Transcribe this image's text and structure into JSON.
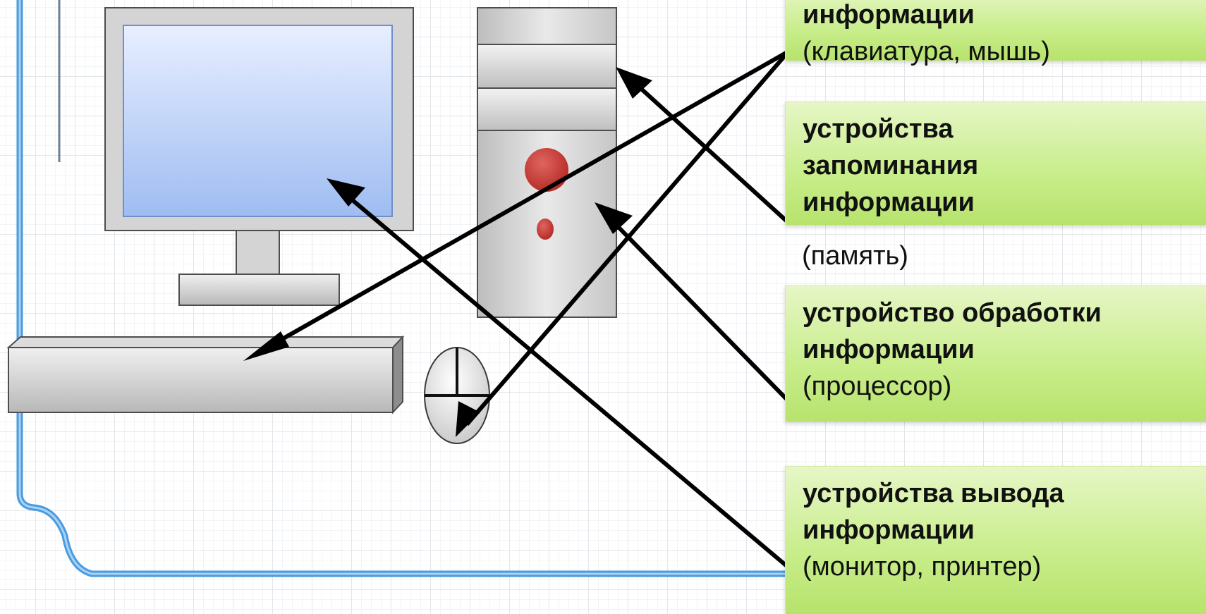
{
  "labels": {
    "input": {
      "title": "информации",
      "note": "(клавиатура, мышь)"
    },
    "memory": {
      "title": "устройства запоминания информации",
      "note": "(память)"
    },
    "processing": {
      "title": "устройство обработки информации",
      "note": "(процессор)"
    },
    "output": {
      "title": "устройства вывода информации",
      "note": "(монитор, принтер)"
    }
  },
  "colors": {
    "frame_blue": "#4a9be0",
    "screen_top": "#e8efff",
    "screen_bottom": "#9fbcf2",
    "case_gray": "#d7d7d7",
    "indicator_red": "#c8332f",
    "label_green": "#c4ea86",
    "arrow": "#000000"
  },
  "icons": [
    "monitor-icon",
    "system-unit-icon",
    "keyboard-icon",
    "mouse-icon"
  ]
}
